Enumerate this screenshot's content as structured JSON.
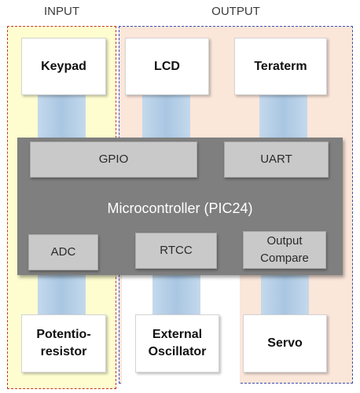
{
  "sections": {
    "input_label": "INPUT",
    "output_label": "OUTPUT"
  },
  "peripherals": {
    "keypad": "Keypad",
    "lcd": "LCD",
    "teraterm": "Teraterm",
    "potentioresistor": "Potentio-\nresistor",
    "external_oscillator": "External\nOscillator",
    "servo": "Servo"
  },
  "microcontroller": {
    "title": "Microcontroller (PIC24)",
    "modules": {
      "gpio": "GPIO",
      "uart": "UART",
      "adc": "ADC",
      "rtcc": "RTCC",
      "output_compare": "Output\nCompare"
    }
  },
  "colors": {
    "input_region": "#fdfdd0",
    "output_region": "#fbe6da",
    "microcontroller": "#7f7f7f",
    "module": "#c9c9c9",
    "connector": "#a9c6e2"
  }
}
